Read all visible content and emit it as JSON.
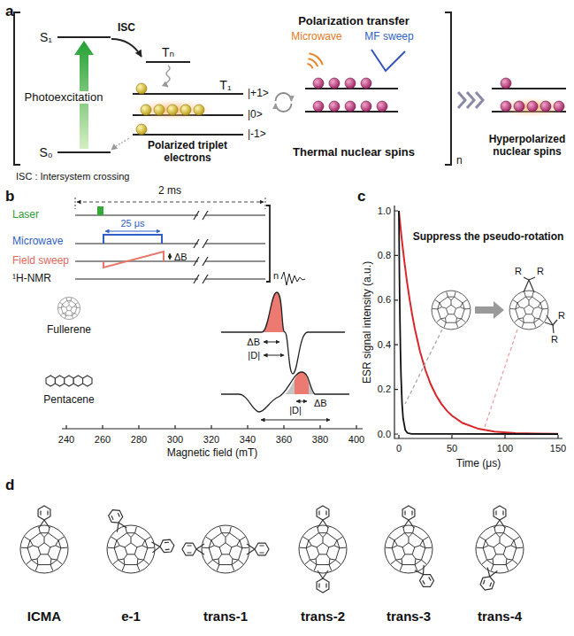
{
  "diagram": {
    "labels": [
      "a",
      "S₁",
      "S₀",
      "Photoexcitation",
      "ISC",
      "Tₙ",
      "T₁",
      "|+1>",
      "|0>",
      "|-1>",
      "Polarized triplet electrons",
      "Polarization transfer",
      "Microwave",
      "MF sweep",
      "Thermal nuclear spins",
      "n",
      "Hyperpolarized nuclear spins",
      "ISC : Intersystem crossing",
      "b",
      "2 ms",
      "Laser",
      "Microwave",
      "25 μs",
      "Field sweep",
      "ΔB",
      "¹H-NMR",
      "n",
      "Fullerene",
      "Pentacene",
      "ΔB",
      "|D|",
      "ΔB",
      "|D|",
      "240",
      "260",
      "280",
      "300",
      "320",
      "340",
      "360",
      "380",
      "400",
      "Magnetic field (mT)",
      "c",
      "Suppress the pseudo-rotation",
      "R",
      "R",
      "R",
      "R",
      "1.0",
      "0.8",
      "0.6",
      "0.4",
      "0.2",
      "0.0",
      "0",
      "50",
      "100",
      "150",
      "ESR signal intensity (a.u.)",
      "Time (μs)",
      "d",
      "ICMA",
      "e-1",
      "trans-1",
      "trans-2",
      "trans-3",
      "trans-4"
    ]
  }
}
